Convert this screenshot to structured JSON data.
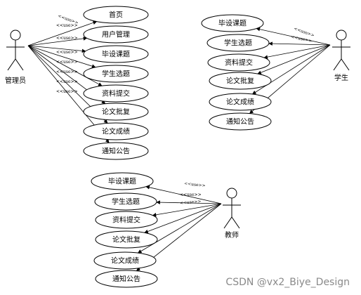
{
  "diagram": {
    "actors": [
      {
        "id": "admin",
        "label": "管理员",
        "use_cases": [
          "首页",
          "用户管理",
          "毕设课题",
          "学生选题",
          "资料提交",
          "论文批复",
          "论文成绩",
          "通知公告"
        ],
        "stereotype": "<<use>>"
      },
      {
        "id": "student",
        "label": "学生",
        "use_cases": [
          "毕设课题",
          "学生选题",
          "资料提交",
          "论文批复",
          "论文成绩",
          "通知公告"
        ],
        "stereotype": "<<use>>"
      },
      {
        "id": "teacher",
        "label": "教师",
        "use_cases": [
          "毕设课题",
          "学生选题",
          "资料提交",
          "论文批复",
          "论文成绩",
          "通知公告"
        ],
        "stereotype": "<<use>>"
      }
    ]
  },
  "watermark": "CSDN @vx2_Biye_Design"
}
